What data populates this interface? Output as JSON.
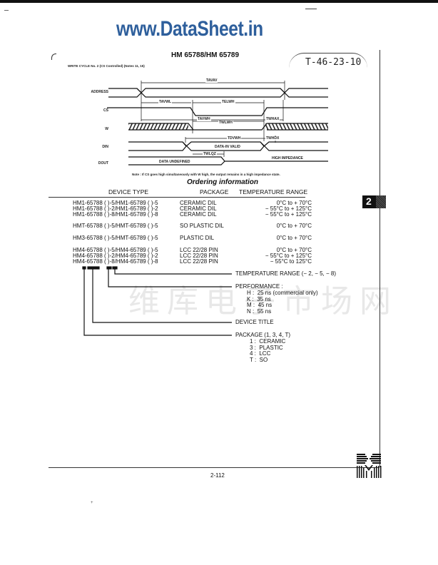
{
  "watermark": "www.DataSheet.in",
  "header": {
    "title": "HM 65788/HM 65789",
    "stamp": "T-46-23-10",
    "subtitle": "WRITE CYCLE No. 2 (CS Controlled) (Notes 11, 15)"
  },
  "timing": {
    "signals": [
      "ADDRESS",
      "CS",
      "W",
      "DIN",
      "DOUT"
    ],
    "params": {
      "tavav": "TAVAV",
      "tavwl": "TAVWL",
      "telwh": "TELWH",
      "tavwh": "TAVWH",
      "twhax": "TWHAX",
      "twlwh": "TWLWH",
      "tdvwh": "TDVWH",
      "twhdx": "TWHDX",
      "twlqz": "TWLQZ"
    },
    "din_label": "DATA-IN VALID",
    "dout_label": "DATA UNDEFINED",
    "high_z_label": "HIGH IMPEDANCE",
    "note": "Note : If CS goes high simultaneously with W high, the output remains in a high impedance state."
  },
  "ordering": {
    "title": "Ordering information",
    "columns": [
      "DEVICE TYPE",
      "PACKAGE",
      "TEMPERATURE RANGE"
    ],
    "groups": [
      [
        {
          "device": "HM1-65788 ( )-5/HM1-65789 ( )-5",
          "package": "CERAMIC DIL",
          "temp": "0°C to + 70°C"
        },
        {
          "device": "HM1-65788 ( )-2/HM1-65789 ( )-2",
          "package": "CERAMIC DIL",
          "temp": "− 55°C to + 125°C"
        },
        {
          "device": "HM1-65788 ( )-8/HM1-65789 ( )-8",
          "package": "CERAMIC DIL",
          "temp": "− 55°C to + 125°C"
        }
      ],
      [
        {
          "device": "HMT-65788 ( )-5/HMT-65789 ( )-5",
          "package": "SO PLASTIC DIL",
          "temp": "0°C to + 70°C"
        }
      ],
      [
        {
          "device": "HM3-65788 ( )-5/HMT-65789 ( )-5",
          "package": "PLASTIC DIL",
          "temp": "0°C to + 70°C"
        }
      ],
      [
        {
          "device": "HM4-65788 ( )-5/HM4-65789 ( )-5",
          "package": "LCC 22/28 PIN",
          "temp": "0°C to + 70°C"
        },
        {
          "device": "HM4-65788 ( )-2/HM4-65789 ( )-2",
          "package": "LCC 22/28 PIN",
          "temp": "− 55°C to + 125°C"
        },
        {
          "device": "HM4-65788 ( )-8/HM4-65789 ( )-8",
          "package": "LCC 22/28 PIN",
          "temp": "− 55°C to 125°C"
        }
      ]
    ],
    "legend": {
      "temperature_range": "TEMPERATURE RANGE (− 2, − 5, − 8)",
      "performance": "PERFORMANCE :",
      "performance_items": [
        {
          "code": "H :",
          "value": "25 ns (commercial only)"
        },
        {
          "code": "K :",
          "value": "35 ns"
        },
        {
          "code": "M :",
          "value": "45 ns"
        },
        {
          "code": "N :",
          "value": "55 ns"
        }
      ],
      "device_title": "DEVICE TITLE",
      "package": "PACKAGE (1, 3, 4, T)",
      "package_items": [
        {
          "code": "1 :",
          "value": "CERAMIC"
        },
        {
          "code": "3 :",
          "value": "PLASTIC"
        },
        {
          "code": "4 :",
          "value": "LCC"
        },
        {
          "code": "T :",
          "value": "SO"
        }
      ]
    }
  },
  "section_tab": "2",
  "page_number": "2-112",
  "background_watermark": "维库电子市场网",
  "colors": {
    "watermark": "#2e5f9c",
    "ink": "#111111"
  }
}
